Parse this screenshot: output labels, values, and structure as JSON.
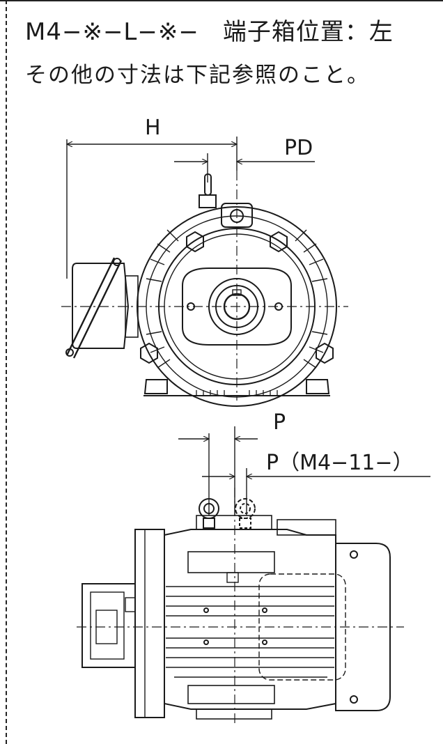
{
  "header": {
    "model_code": "M4−※−L−※−",
    "terminal_box_position": "端子箱位置：左",
    "note": "その他の寸法は下記参照のこと。"
  },
  "front_view": {
    "dim_h": "H",
    "dim_pd": "PD"
  },
  "side_view": {
    "dim_p": "P",
    "dim_p_variant": "P（M4−11−）"
  }
}
